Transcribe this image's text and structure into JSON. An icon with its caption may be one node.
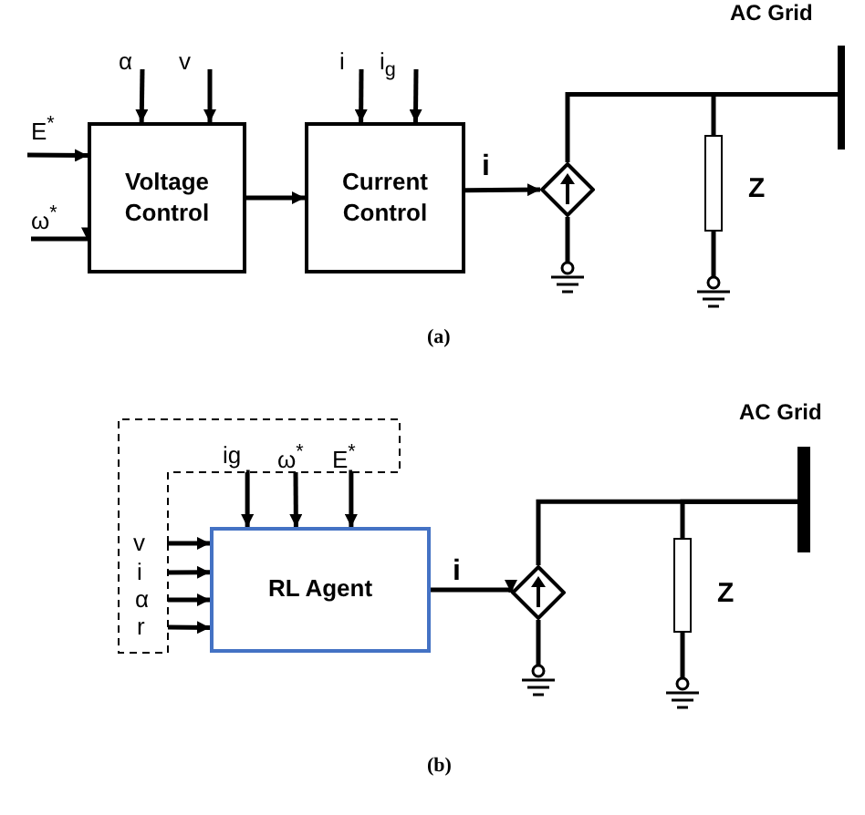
{
  "diagram": {
    "nodes": [
      {
        "text": [
          "Voltage Control"
        ]
      },
      {
        "text": [
          "Current Control"
        ]
      },
      {
        "text": [],
        "shape": "diamond"
      },
      {
        "text": [],
        "shape": "box",
        "beside": [
          "Z"
        ]
      },
      {
        "text": [],
        "shape": "bar",
        "beside": [
          "AC Grid"
        ]
      },
      {
        "text": [
          "RL Agent"
        ]
      },
      {
        "text": [],
        "shape": "diamond"
      },
      {
        "text": [],
        "shape": "box",
        "beside": [
          "Z"
        ]
      },
      {
        "text": [],
        "shape": "bar",
        "beside": [
          "AC Grid"
        ]
      }
    ],
    "edges": [
      {
        "from": null,
        "to": 0,
        "arrow": "to",
        "label": "E$^{*}$"
      },
      {
        "from": null,
        "to": 0,
        "arrow": "to",
        "label": "ω$^{*}$"
      },
      {
        "from": null,
        "to": 0,
        "arrow": "to",
        "label": "α"
      },
      {
        "from": null,
        "to": 0,
        "arrow": "to",
        "label": "v"
      },
      {
        "from": 0,
        "to": 1,
        "arrow": "to"
      },
      {
        "from": null,
        "to": 1,
        "arrow": "to",
        "label": "i"
      },
      {
        "from": null,
        "to": 1,
        "arrow": "to",
        "label": "i$_{g}$"
      },
      {
        "from": 1,
        "to": 2,
        "arrow": "to",
        "label": "i"
      },
      {
        "from": 2,
        "to": 4,
        "arrow": "none"
      },
      {
        "from": 3,
        "to": 4,
        "arrow": "none"
      },
      {
        "from": null,
        "to": 5,
        "arrow": "to",
        "label": "ig"
      },
      {
        "from": null,
        "to": 5,
        "arrow": "to",
        "label": "ω$^{*}$"
      },
      {
        "from": null,
        "to": 5,
        "arrow": "to",
        "label": "E$^{*}$"
      },
      {
        "from": null,
        "to": 5,
        "arrow": "to",
        "label": "v"
      },
      {
        "from": null,
        "to": 5,
        "arrow": "to",
        "label": "i"
      },
      {
        "from": null,
        "to": 5,
        "arrow": "to",
        "label": "α"
      },
      {
        "from": null,
        "to": 5,
        "arrow": "to",
        "label": "r"
      },
      {
        "from": 5,
        "to": 6,
        "arrow": "to",
        "label": "i"
      },
      {
        "from": 6,
        "to": 8,
        "arrow": "none"
      },
      {
        "from": 7,
        "to": 8,
        "arrow": "none"
      }
    ],
    "labels": [
      "(a)",
      "(b)"
    ]
  }
}
